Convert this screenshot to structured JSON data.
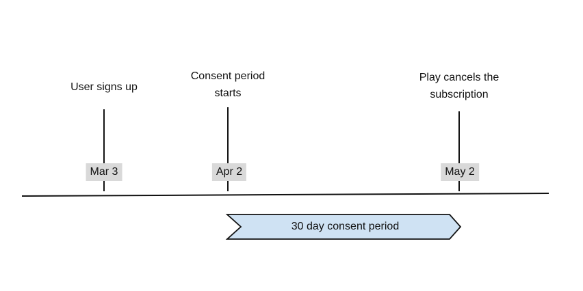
{
  "timeline": {
    "events": [
      {
        "label": "User signs up",
        "date": "Mar 3"
      },
      {
        "label": "Consent period\nstarts",
        "date": "Apr 2"
      },
      {
        "label": "Play cancels the\nsubscription",
        "date": "May 2"
      }
    ],
    "banner": {
      "label": "30 day consent period",
      "fill": "#cfe2f3",
      "stroke": "#111111"
    },
    "colors": {
      "axis": "#111111",
      "tick": "#111111",
      "date_badge_background": "#d9d9d9",
      "text": "#111111",
      "background": "#ffffff"
    }
  }
}
